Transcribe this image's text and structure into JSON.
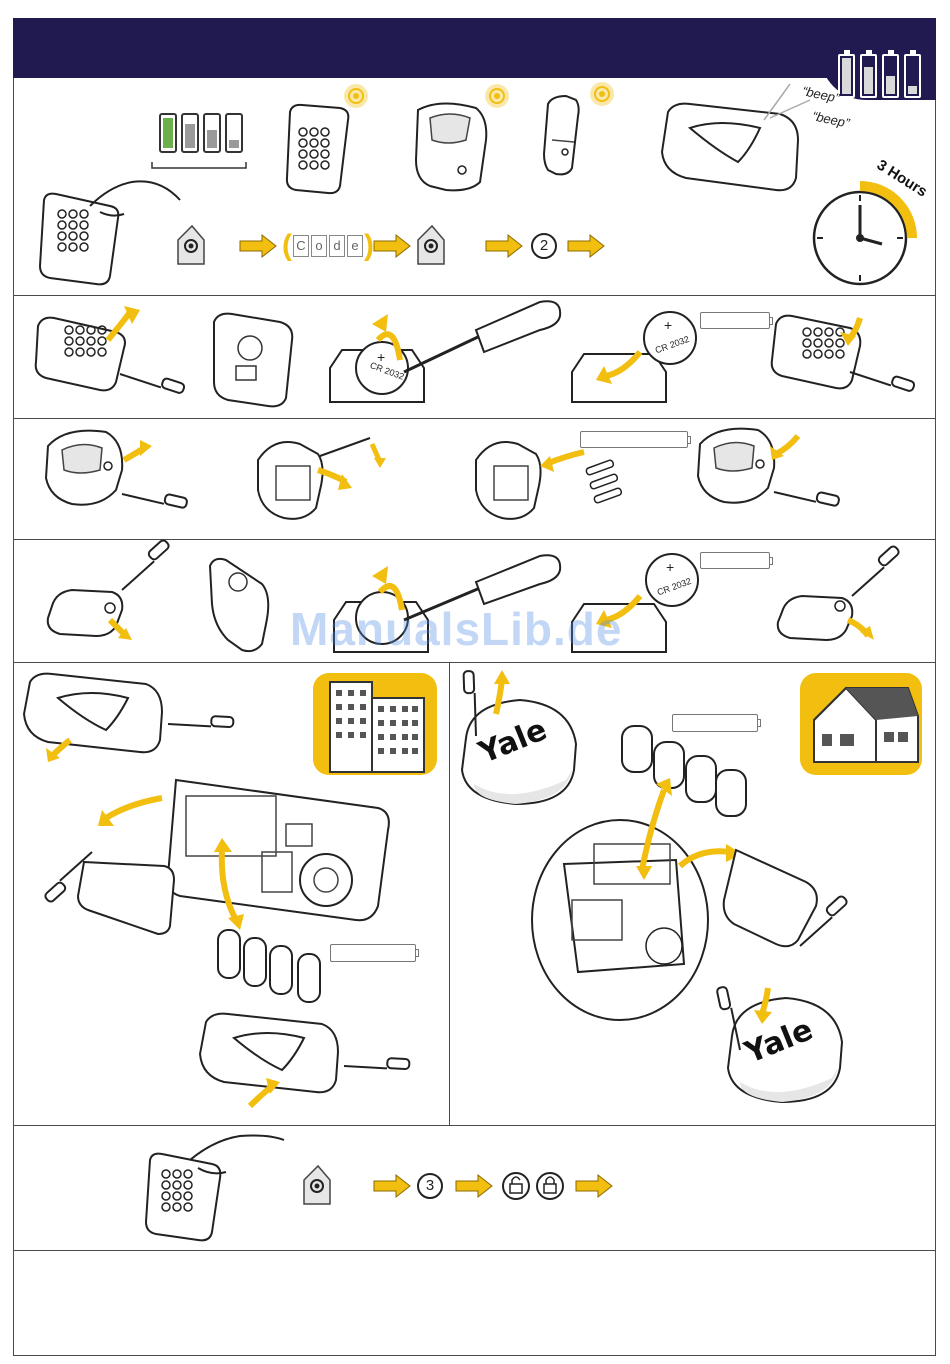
{
  "header": {
    "battery_levels": [
      1.0,
      0.75,
      0.5,
      0.2
    ],
    "colors": {
      "navy": "#201a50",
      "accent": "#f2be0f"
    }
  },
  "pair_sequence": {
    "code_chars": [
      "C",
      "o",
      "d",
      "e"
    ],
    "step_number": "2"
  },
  "panel_beep": {
    "beep_1": "“beep”",
    "beep_2": "“beep”"
  },
  "timer": {
    "label": "3 Hours"
  },
  "coin_cell": {
    "text_1": "CR 2032",
    "text_2": "CR 2032",
    "text_3": "CR 2032"
  },
  "siren": {
    "brand_1": "Yale",
    "brand_2": "Yale"
  },
  "final_sequence": {
    "step_number": "3"
  },
  "watermark": "ManualsLib.de",
  "icons": [
    "battery-icon",
    "keypad-icon",
    "pir-sensor-icon",
    "door-contact-icon",
    "alarm-panel-icon",
    "clock-icon",
    "screwdriver-icon",
    "coin-cell-icon",
    "aa-battery-icon",
    "d-cell-icon",
    "building-icon",
    "house-icon",
    "siren-icon",
    "tag-icon",
    "arrow-icon",
    "lock-icon",
    "unlock-icon"
  ]
}
